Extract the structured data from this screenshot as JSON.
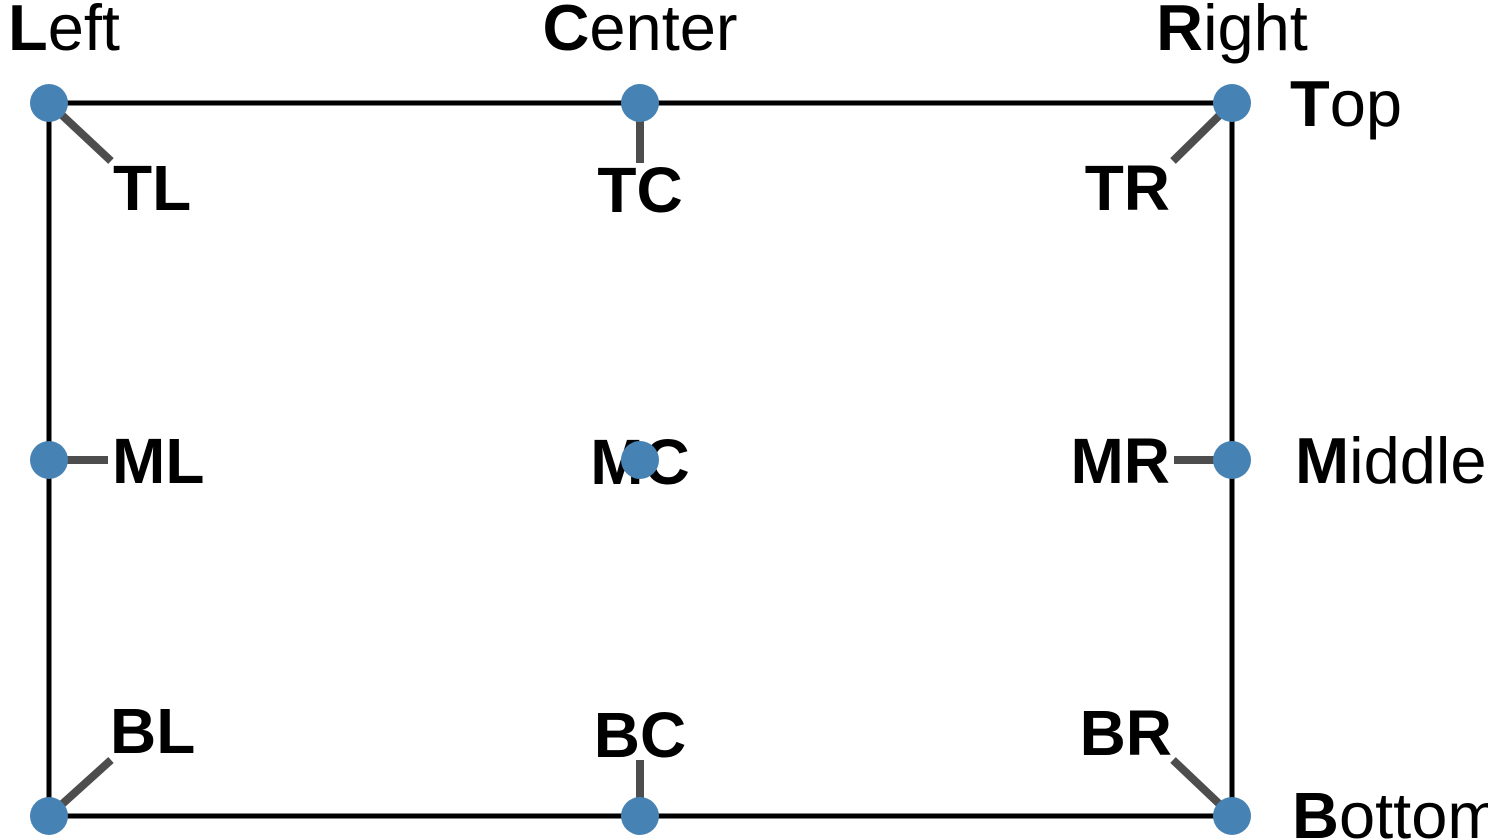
{
  "colors": {
    "dot": "#4682b4",
    "frame": "#000000",
    "pointer": "#4d4d4d",
    "text": "#000000",
    "background": "#ffffff"
  },
  "column_labels": [
    {
      "initial": "L",
      "rest": "eft"
    },
    {
      "initial": "C",
      "rest": "enter"
    },
    {
      "initial": "R",
      "rest": "ight"
    }
  ],
  "row_labels": [
    {
      "initial": "T",
      "rest": "op"
    },
    {
      "initial": "M",
      "rest": "iddle"
    },
    {
      "initial": "B",
      "rest": "ottom"
    }
  ],
  "anchor_labels": {
    "tl": "TL",
    "tc": "TC",
    "tr": "TR",
    "ml": "ML",
    "mc": "MC",
    "mr": "MR",
    "bl": "BL",
    "bc": "BC",
    "br": "BR"
  }
}
